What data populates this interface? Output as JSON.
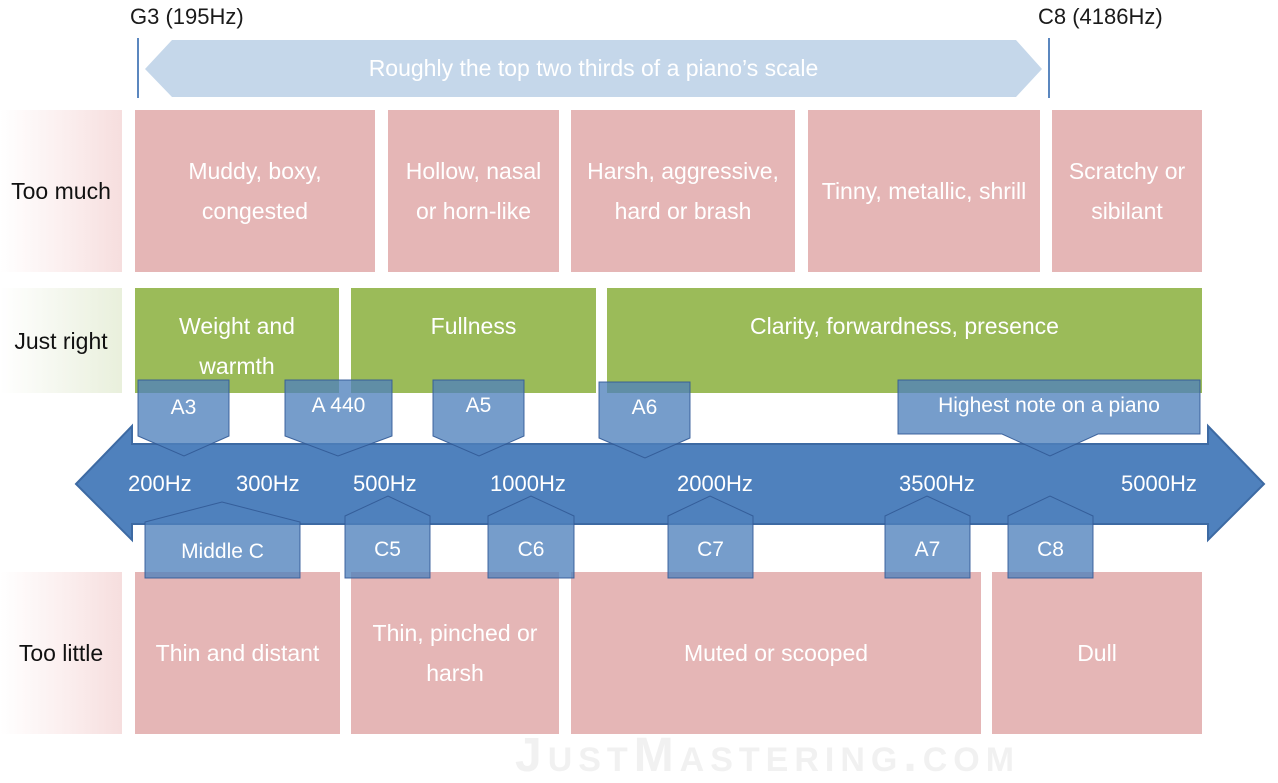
{
  "range": {
    "start_label": "G3 (195Hz)",
    "end_label": "C8 (4186Hz)",
    "banner_text": "Roughly the top two thirds of a piano’s scale"
  },
  "rows": {
    "too_much": {
      "label": "Too much",
      "cells": [
        "Muddy, boxy, congested",
        "Hollow, nasal or horn-like",
        "Harsh, aggressive, hard or brash",
        "Tinny, metallic, shrill",
        "Scratchy or sibilant"
      ]
    },
    "just_right": {
      "label": "Just right",
      "cells": [
        "Weight and warmth",
        "Fullness",
        "Clarity, forwardness, presence"
      ]
    },
    "too_little": {
      "label": "Too little",
      "cells": [
        "Thin and distant",
        "Thin, pinched or harsh",
        "Muted or scooped",
        "Dull"
      ]
    }
  },
  "axis": {
    "ticks": [
      "200Hz",
      "300Hz",
      "500Hz",
      "1000Hz",
      "2000Hz",
      "3500Hz",
      "5000Hz"
    ]
  },
  "notes_above": [
    "A3",
    "A 440",
    "A5",
    "A6",
    "Highest note on a piano"
  ],
  "notes_below": [
    "Middle C",
    "C5",
    "C6",
    "C7",
    "A7",
    "C8"
  ],
  "watermark": "JustMastering.com",
  "colors": {
    "too_much_too_little": "#e5b6b6",
    "just_right": "#9bbb59",
    "axis_arrow": "#4f81bd",
    "banner": "#c5d7ea"
  }
}
